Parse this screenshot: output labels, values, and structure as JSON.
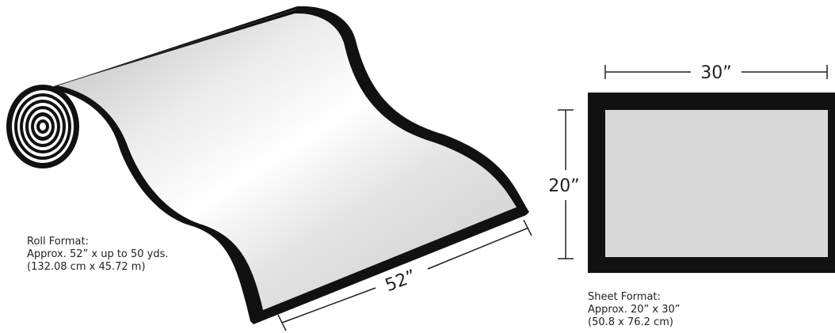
{
  "roll": {
    "dimension_label": "52”",
    "caption": {
      "line1": "Roll Format:",
      "line2": "Approx. 52” x up to 50 yds.",
      "line3": "(132.08 cm x 45.72 m)"
    }
  },
  "sheet": {
    "width_label": "30”",
    "height_label": "20”",
    "caption": {
      "line1": "Sheet Format:",
      "line2": "Approx. 20” x 30”",
      "line3": "(50.8 x 76.2 cm)"
    }
  },
  "colors": {
    "ink": "#111111",
    "sheet_fill": "#d9d9d9",
    "roll_highlight": "#ffffff",
    "roll_shade": "#c4c4c4"
  }
}
